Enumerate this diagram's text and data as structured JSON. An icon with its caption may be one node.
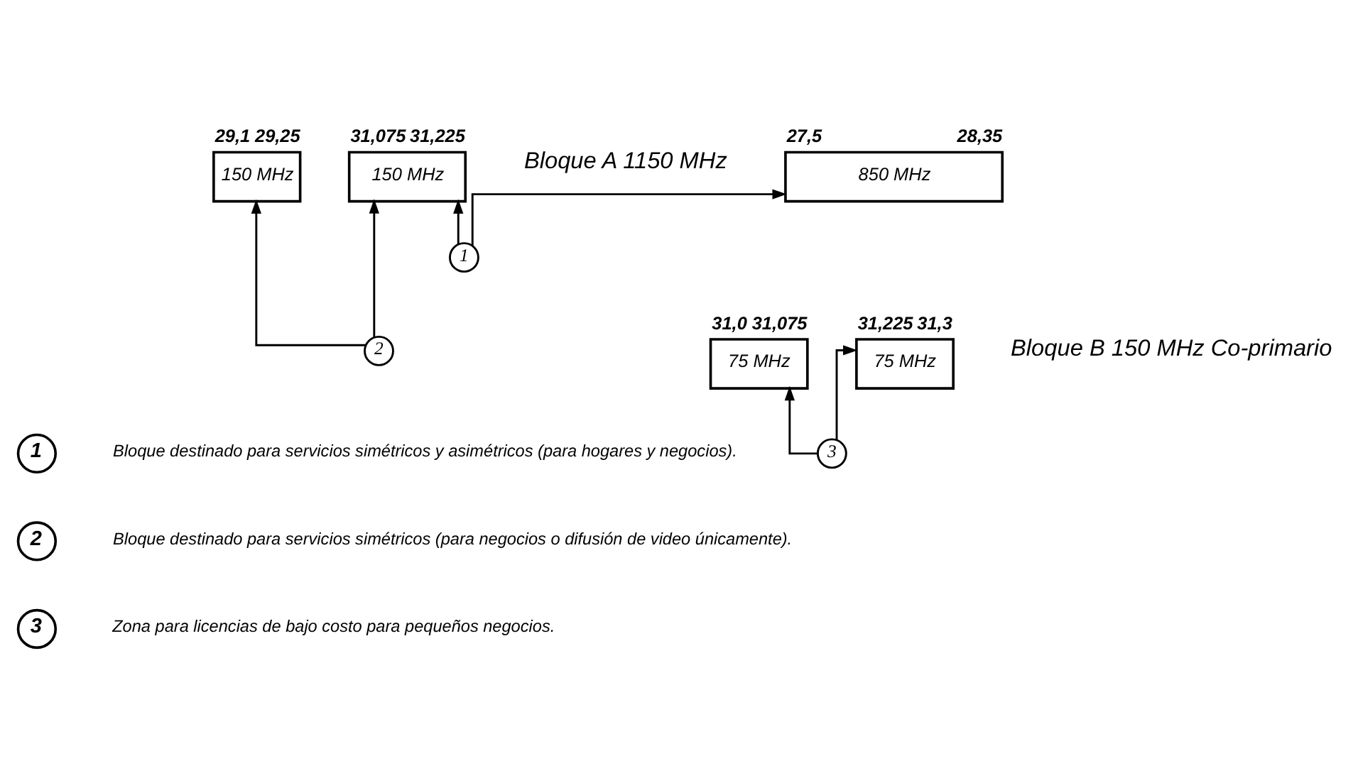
{
  "diagram": {
    "nodes": [
      {
        "text": [
          "850 MHz"
        ],
        "beside": [
          "27,5",
          "28,35"
        ]
      },
      {
        "text": [
          "150 MHz"
        ],
        "beside": [
          "29,1",
          "29,25"
        ]
      },
      {
        "text": [
          "150 MHz"
        ],
        "beside": [
          "31,075",
          "31,225"
        ]
      },
      {
        "text": [
          "1"
        ]
      },
      {
        "text": [
          "2"
        ]
      },
      {
        "text": [
          "75 MHz"
        ],
        "beside": [
          "31,0",
          "31,075"
        ]
      },
      {
        "text": [
          "75 MHz"
        ],
        "beside": [
          "31,225",
          "31,3"
        ]
      },
      {
        "text": [
          "3"
        ]
      },
      {
        "text": [
          "1"
        ],
        "beside": [
          "Bloque destinado para servicios simétricos y asimétricos (para hogares y negocios)."
        ]
      },
      {
        "text": [
          "2"
        ],
        "beside": [
          "Bloque destinado para servicios simétricos (para negocios o difusión de video únicamente)."
        ]
      },
      {
        "text": [
          "3"
        ],
        "beside": [
          "Zona para licencias de bajo costo para pequeños negocios."
        ]
      }
    ],
    "edges": [
      {
        "from": 3,
        "to": 0,
        "arrow": "to"
      },
      {
        "from": 3,
        "to": 2,
        "arrow": "to"
      },
      {
        "from": 4,
        "to": 1,
        "arrow": "to"
      },
      {
        "from": 4,
        "to": 2,
        "arrow": "to"
      },
      {
        "from": 7,
        "to": 5,
        "arrow": "to"
      },
      {
        "from": 7,
        "to": 6,
        "arrow": "to"
      }
    ],
    "labels": [
      "Bloque A 1150 MHz",
      "Bloque B 150 MHz Co-primario"
    ]
  }
}
